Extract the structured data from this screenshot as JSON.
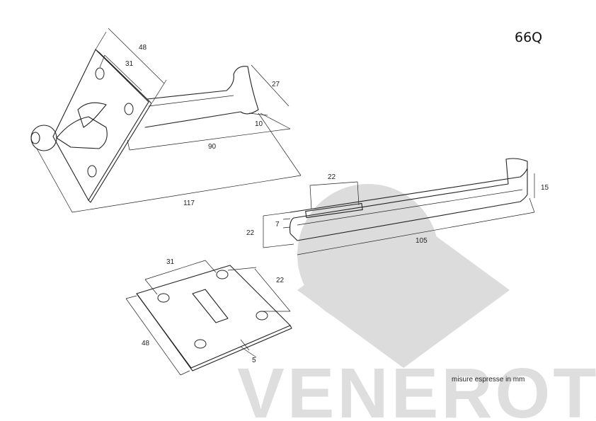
{
  "product_code": "66Q",
  "units_note": "misure espresse in mm",
  "watermark": {
    "brand": "VENEROTA",
    "color": "#dedede"
  },
  "hook_assembly_dims": {
    "plate_width": "48",
    "hole_spacing": "31",
    "hook_height": "27",
    "hook_depth": "10",
    "reach": "90",
    "total_length": "117"
  },
  "catch_dims": {
    "slot_length": "22",
    "slot_width": "7",
    "height": "22",
    "tip_height": "15",
    "length": "105"
  },
  "plate_dims": {
    "hole_spacing": "31",
    "slot_offset": "22",
    "plate_height": "48",
    "slot_width": "5"
  }
}
